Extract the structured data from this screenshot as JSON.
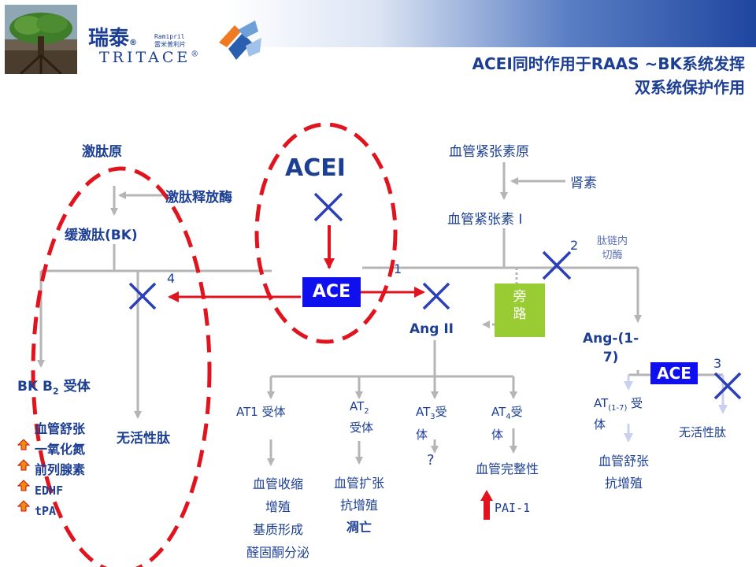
{
  "brand": {
    "cn": "瑞泰",
    "reg": "®",
    "sub_en": "Ramipril",
    "sub_cn": "雷米普利片",
    "en": "TRITACE",
    "en_reg": "®"
  },
  "title": {
    "line1": "ACEI同时作用于RAAS ~BK系统发挥",
    "line2": "双系统保护作用"
  },
  "kinin": {
    "kininogen": "激肽原",
    "kallikrein": "激肽释放酶",
    "bradykinin": "缓激肽(BK)",
    "b2_receptor_a": "BK B",
    "b2_sub": "2",
    "b2_receptor_b": " 受体",
    "inactive": "无活性肽",
    "effects": [
      "血管舒张",
      "一氧化氮",
      "前列腺素",
      "EDHF",
      "tPA"
    ]
  },
  "acei": {
    "label": "ACEI",
    "ace": "ACE"
  },
  "numbers": {
    "n1": "1",
    "n2": "2",
    "n3": "3",
    "n4": "4"
  },
  "raas": {
    "angiotensinogen": "血管紧张素原",
    "renin": "肾素",
    "ang1": "血管紧张素 Ⅰ",
    "nep_1": "肽链内",
    "nep_2": "切酶",
    "bypass_1": "旁",
    "bypass_2": "路",
    "ang2": "Ang II",
    "ang17_1": "Ang-(1-",
    "ang17_2": "7)",
    "ace2": "ACE",
    "at17_a": "AT",
    "at17_sub": "(1-7)",
    "at17_b": " 受",
    "at17_c": "体",
    "inactive": "无活性肽",
    "ang17_effects": [
      "血管舒张",
      "抗增殖"
    ]
  },
  "receptors": {
    "at1": "AT1 受体",
    "at2_a": "AT",
    "at2_sub": "2",
    "at2_b": "受体",
    "at3_a": "AT",
    "at3_sub": "3",
    "at3_b": "受",
    "at3_c": "体",
    "at4_a": "AT",
    "at4_sub": "4",
    "at4_b": "受",
    "at4_c": "体",
    "at1_effects": [
      "血管收缩",
      "增殖",
      "基质形成",
      "醛固酮分泌"
    ],
    "at2_effects": [
      "血管扩张",
      "抗增殖",
      "凋亡"
    ],
    "at3_effect": "?",
    "at4_effects": [
      "血管完整性"
    ],
    "pai": "PAI-1"
  },
  "colors": {
    "navy": "#1c3f94",
    "red": "#e0141e",
    "ace_box": "#1010ee",
    "bypass": "#99cc33",
    "grey_line": "#b5b5b5"
  }
}
